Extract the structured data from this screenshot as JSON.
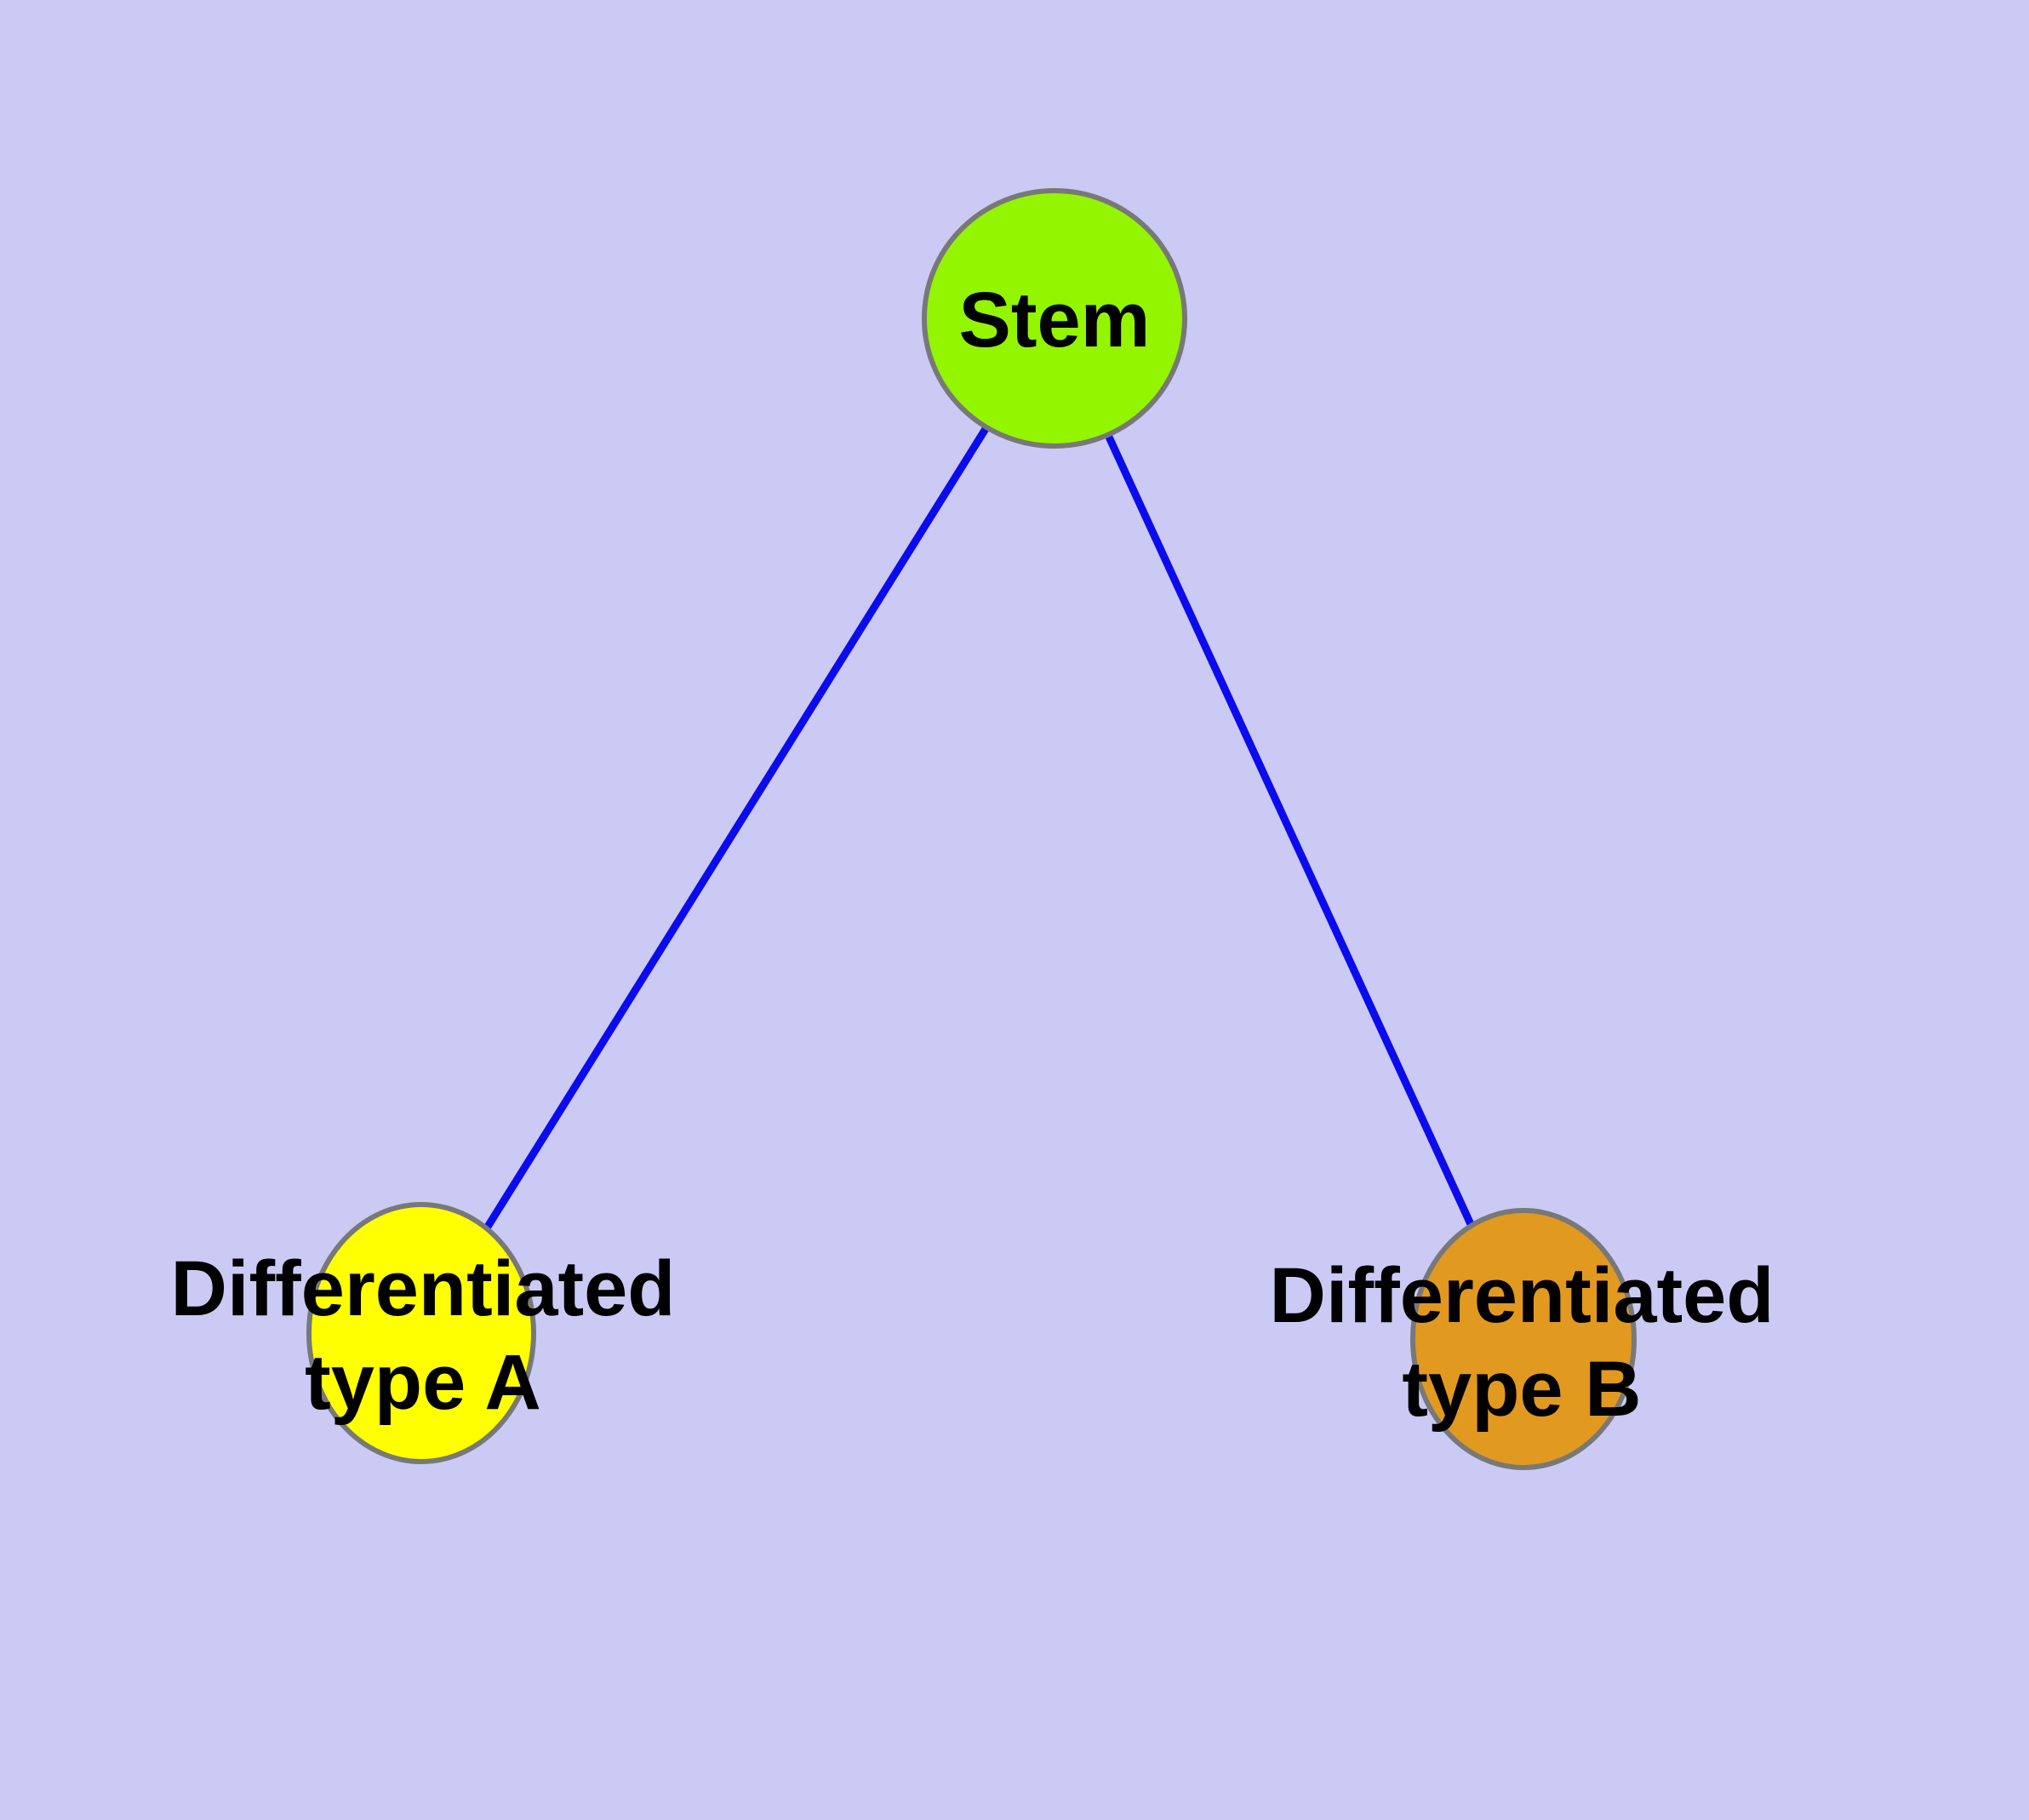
{
  "diagram": {
    "background_color": "#cacaf5",
    "node_border_color": "#787878",
    "edge_color": "#0b0bee",
    "label_color": "#000000"
  },
  "nodes": {
    "stem": {
      "label": "Stem",
      "fill_color": "#94f500"
    },
    "differentiated_a": {
      "label_line1": "Differentiated",
      "label_line2": "type A",
      "fill_color": "#ffff00"
    },
    "differentiated_b": {
      "label_line1": "Differentiated",
      "label_line2": "type B",
      "fill_color": "#e19920"
    }
  },
  "edges": [
    {
      "from": "stem",
      "to": "differentiated_a"
    },
    {
      "from": "stem",
      "to": "differentiated_b"
    }
  ]
}
